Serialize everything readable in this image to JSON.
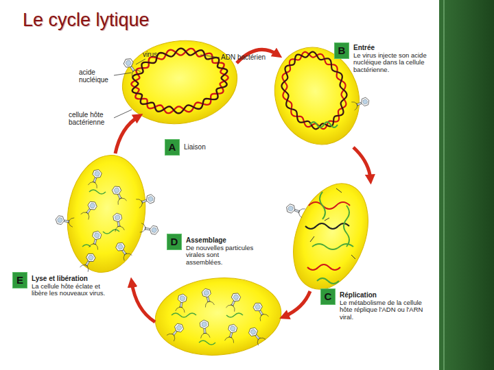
{
  "diagram": {
    "title": "Le cycle lytique",
    "nodes": [
      {
        "text": [
          "A",
          "Liaison"
        ]
      },
      {
        "text": [
          "B",
          "Entrée",
          "Le virus injecte son acide nucléique dans la cellule bactérienne."
        ]
      },
      {
        "text": [
          "C",
          "Réplication",
          "Le métabolisme de la cellule hôte réplique l'ADN ou l'ARN viral."
        ]
      },
      {
        "text": [
          "D",
          "Assemblage",
          "De nouvelles particules virales sont assemblées."
        ]
      },
      {
        "text": [
          "E",
          "Lyse et libération",
          "La cellule hôte éclate et libère les nouveaux virus."
        ]
      }
    ],
    "labels": [
      "virus",
      "ADN bactérien",
      "acide nucléique",
      "cellule hôte bactérienne"
    ]
  }
}
